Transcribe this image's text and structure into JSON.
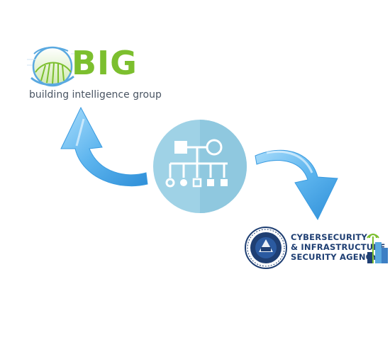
{
  "big_logo": {
    "brand": "BIG",
    "tagline": "building intelligence group",
    "brand_color": "#7cbf2e",
    "swoosh_color": "#5aa9e0"
  },
  "center_icon": {
    "name": "family-tree-icon",
    "circle_color": "#9fd2e6",
    "glyph_color": "#ffffff"
  },
  "arrows": {
    "left": "arrow-up-left-icon",
    "right": "arrow-down-right-icon",
    "color": "#5cb4ee"
  },
  "cisa_logo": {
    "line1": "CYBERSECURITY",
    "line2": "& INFRASTRUCTURE",
    "line3": "SECURITY AGENCY",
    "text_color": "#1f3f73",
    "seal_color": "#1f3f73",
    "accent_color": "#7cbf2e"
  }
}
